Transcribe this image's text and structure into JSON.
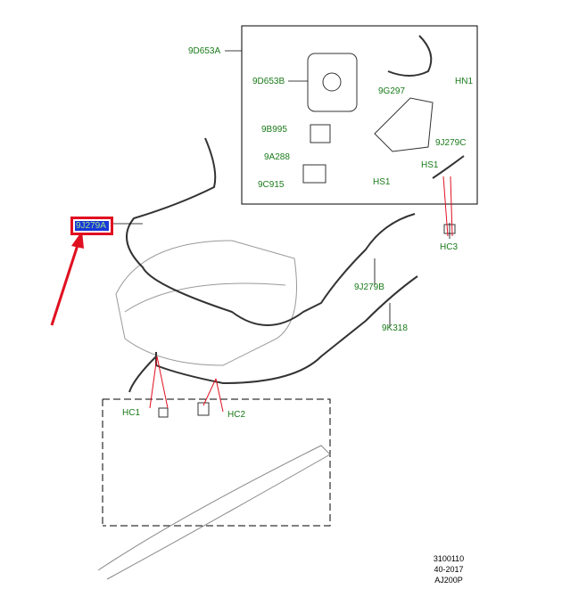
{
  "labels": {
    "l9D653A": "9D653A",
    "l9D653B": "9D653B",
    "l9G297": "9G297",
    "HN1": "HN1",
    "l9B995": "9B995",
    "l9A288": "9A288",
    "l9C915": "9C915",
    "HS1a": "HS1",
    "HS1b": "HS1",
    "l9J279C": "9J279C",
    "HC3": "HC3",
    "l9J279B": "9J279B",
    "l9K318": "9K318",
    "HC1": "HC1",
    "HC2": "HC2",
    "l9J279A": "9J279A"
  },
  "code": {
    "line1": "3100110",
    "line2": "40-2017",
    "line3": "AJ200P"
  },
  "colors": {
    "label": "#1a7a1a",
    "highlight_border": "#e01020",
    "highlight_fill": "#1838d8",
    "arrow": "#e01020"
  }
}
